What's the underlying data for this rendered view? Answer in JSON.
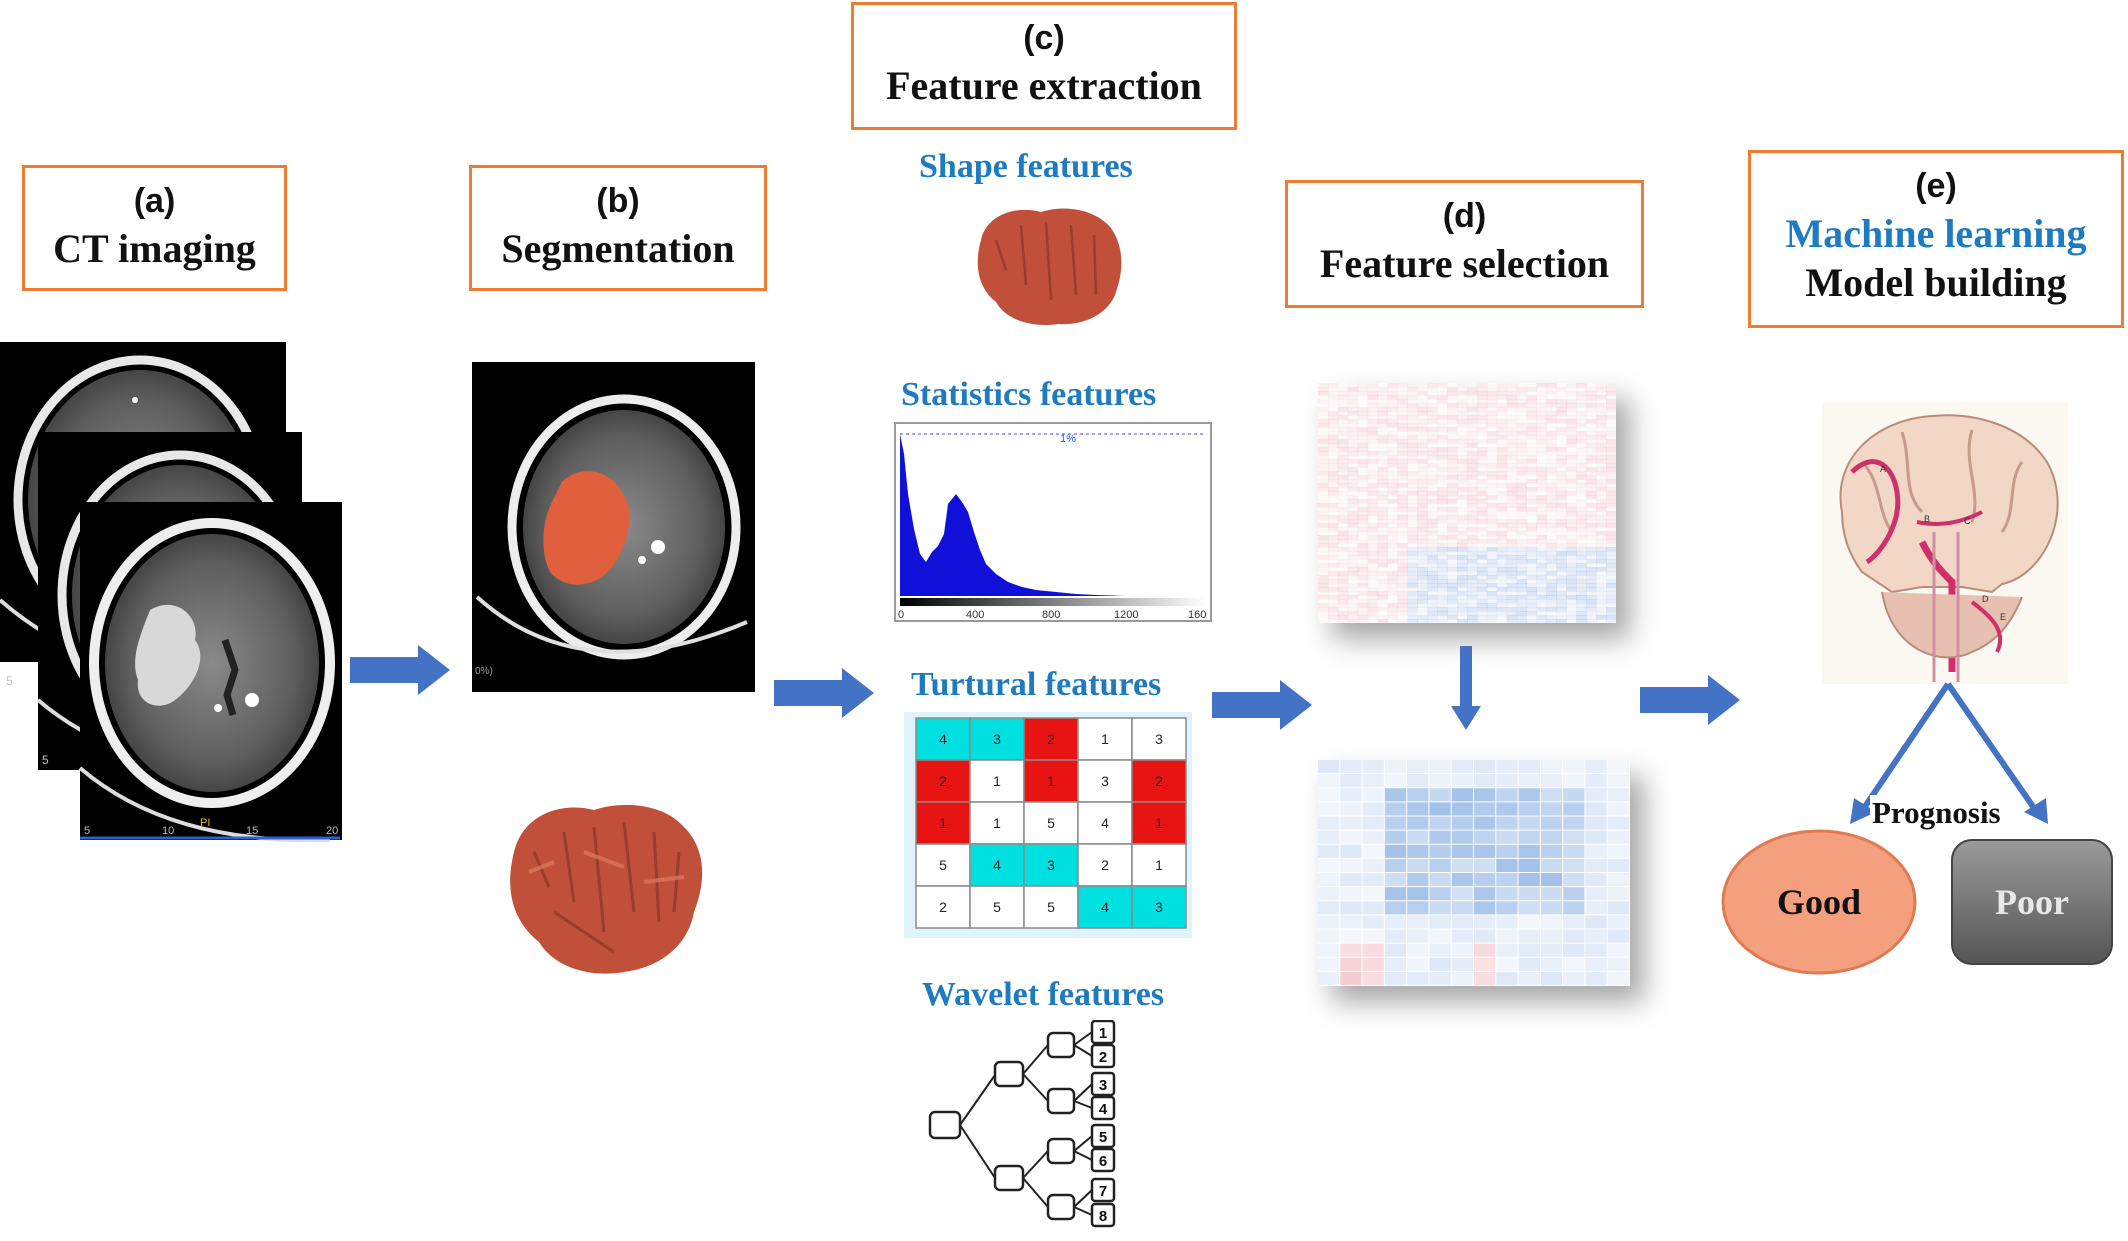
{
  "colors": {
    "box_border": "#ED7D31",
    "heading_blue": "#1F7BC0",
    "arrow_blue": "#4472C4",
    "lesion": "#C0503A",
    "cyan": "#00E0E0",
    "red": "#E81414",
    "good_fill": "#F4A07E",
    "poor_fill": "#7A7A7A"
  },
  "steps": {
    "a": {
      "letter": "(a)",
      "title": "CT imaging"
    },
    "b": {
      "letter": "(b)",
      "title": "Segmentation"
    },
    "c": {
      "letter": "(c)",
      "title": "Feature extraction"
    },
    "d": {
      "letter": "(d)",
      "title": "Feature selection"
    },
    "e": {
      "letter": "(e)",
      "title_blue": "Machine learning",
      "title": "Model building"
    }
  },
  "features": {
    "shape": "Shape features",
    "statistics": "Statistics features",
    "textural": "Turtural features",
    "wavelet": "Wavelet features"
  },
  "histogram": {
    "percent_label": "1%",
    "x_ticks": [
      "0",
      "400",
      "800",
      "1200",
      "160"
    ]
  },
  "ct": {
    "ruler_ticks": [
      "5",
      "10",
      "15",
      "20"
    ],
    "side_marks": [
      "5",
      "5"
    ],
    "pi_label": "PI",
    "seg_label": "0%)"
  },
  "texture_matrix": [
    [
      {
        "v": "4",
        "c": "cyan"
      },
      {
        "v": "3",
        "c": "cyan"
      },
      {
        "v": "2",
        "c": "red"
      },
      {
        "v": "1",
        "c": "white"
      },
      {
        "v": "3",
        "c": "white"
      }
    ],
    [
      {
        "v": "2",
        "c": "red"
      },
      {
        "v": "1",
        "c": "white"
      },
      {
        "v": "1",
        "c": "red"
      },
      {
        "v": "3",
        "c": "white"
      },
      {
        "v": "2",
        "c": "red"
      }
    ],
    [
      {
        "v": "1",
        "c": "red"
      },
      {
        "v": "1",
        "c": "white"
      },
      {
        "v": "5",
        "c": "white"
      },
      {
        "v": "4",
        "c": "white"
      },
      {
        "v": "1",
        "c": "red"
      }
    ],
    [
      {
        "v": "5",
        "c": "white"
      },
      {
        "v": "4",
        "c": "cyan"
      },
      {
        "v": "3",
        "c": "cyan"
      },
      {
        "v": "2",
        "c": "white"
      },
      {
        "v": "1",
        "c": "white"
      }
    ],
    [
      {
        "v": "2",
        "c": "white"
      },
      {
        "v": "5",
        "c": "white"
      },
      {
        "v": "5",
        "c": "white"
      },
      {
        "v": "4",
        "c": "cyan"
      },
      {
        "v": "3",
        "c": "cyan"
      }
    ]
  ],
  "wavelet_leaves": [
    "1",
    "2",
    "3",
    "4",
    "5",
    "6",
    "7",
    "8"
  ],
  "brain_labels": [
    "A",
    "B",
    "C",
    "D",
    "E"
  ],
  "prognosis": {
    "label": "Prognosis",
    "good": "Good",
    "poor": "Poor"
  }
}
